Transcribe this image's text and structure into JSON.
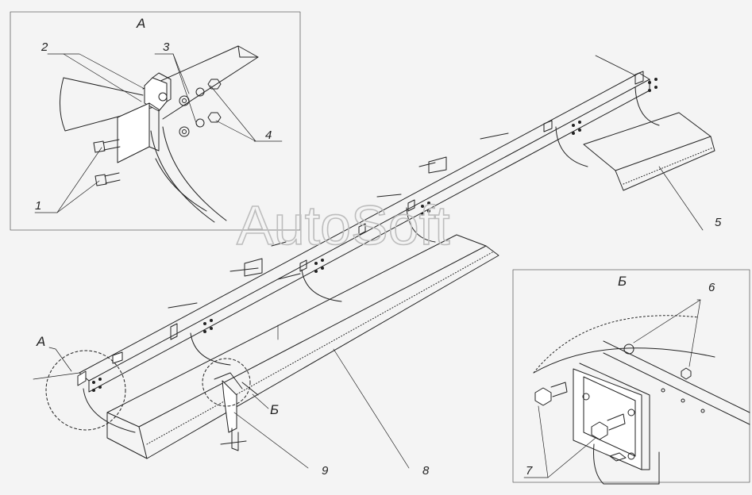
{
  "watermark": "AutoSoft",
  "view_a": {
    "title": "А",
    "callouts": [
      "1",
      "2",
      "3",
      "4"
    ]
  },
  "view_b": {
    "title": "Б",
    "callouts": [
      "6",
      "7"
    ]
  },
  "main": {
    "detail_marks": [
      "А",
      "Б"
    ],
    "callouts": [
      "5",
      "8",
      "9"
    ]
  }
}
